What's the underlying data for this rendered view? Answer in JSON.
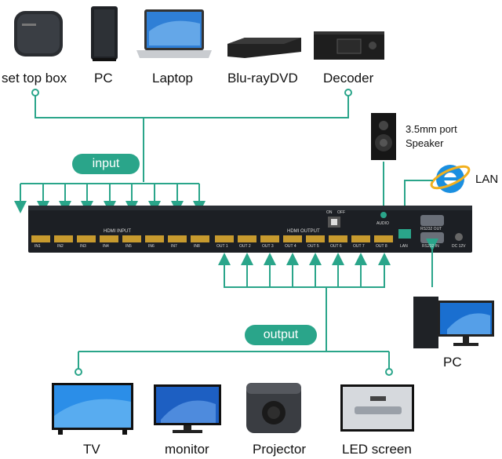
{
  "sources": {
    "set_top_box": "set top box",
    "pc": "PC",
    "laptop": "Laptop",
    "bluray": "Blu-rayDVD",
    "decoder": "Decoder"
  },
  "input_label": "input",
  "output_label": "output",
  "speaker": {
    "line1": "3.5mm port",
    "line2": "Speaker"
  },
  "lan_label": "LAN",
  "pc_right_label": "PC",
  "device": {
    "hdmi_input": "HDMI INPUT",
    "hdmi_output": "HDMI OUTPUT",
    "in_ports": [
      "IN1",
      "IN2",
      "IN3",
      "IN4",
      "IN5",
      "IN6",
      "IN7",
      "IN8"
    ],
    "out_ports": [
      "OUT 1",
      "OUT 2",
      "OUT 3",
      "OUT 4",
      "OUT 5",
      "OUT 6",
      "OUT 7",
      "OUT 8"
    ],
    "audio": "AUDIO",
    "lan": "LAN",
    "rs232_out": "RS232 OUT",
    "rs232_in": "RS232 IN",
    "dc": "DC 12V",
    "on": "ON",
    "off": "OFF"
  },
  "displays": {
    "tv": "TV",
    "monitor": "monitor",
    "projector": "Projector",
    "led_screen": "LED screen"
  },
  "colors": {
    "accent": "#2aa58a",
    "device_body": "#1c1f24"
  }
}
